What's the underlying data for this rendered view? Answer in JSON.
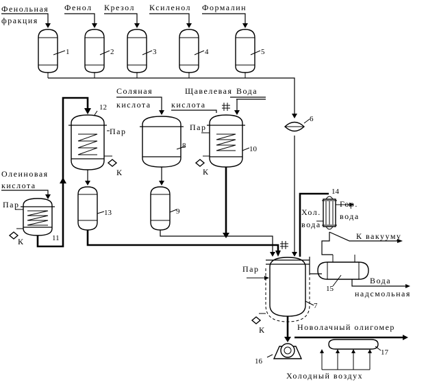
{
  "labels": {
    "phenol_fraction_1": "Фенольная",
    "phenol_fraction_2": "фракция",
    "phenol": "Фенол",
    "cresol": "Крезол",
    "xylenol": "Ксиленол",
    "formalin": "Формалин",
    "hydrochloric_acid_1": "Соляная",
    "hydrochloric_acid_2": "кислота",
    "oxalic_acid_1": "Щавелевая",
    "oxalic_acid_2": "кислота",
    "water_top": "Вода",
    "oleic_acid_1": "Олеиновая",
    "oleic_acid_2": "кислота",
    "steam_11": "Пар",
    "steam_12": "Пар",
    "steam_10": "Пар",
    "steam_7": "Пар",
    "k_11": "К",
    "k_12": "К",
    "k_10": "К",
    "k_7": "К",
    "cold_water_1": "Хол.",
    "cold_water_2": "вода",
    "hot_water_1": "Гор.",
    "hot_water_2": "вода",
    "to_vacuum": "К вакууму",
    "water_bottom_1": "Вода",
    "water_bottom_2": "надсмольная",
    "novolac": "Новолачный олигомер",
    "cold_air": "Холодный воздух"
  },
  "numbers": {
    "n1": "1",
    "n2": "2",
    "n3": "3",
    "n4": "4",
    "n5": "5",
    "n6": "6",
    "n7": "7",
    "n8": "8",
    "n9": "9",
    "n10": "10",
    "n11": "11",
    "n12": "12",
    "n13": "13",
    "n14": "14",
    "n15": "15",
    "n16": "16",
    "n17": "17"
  }
}
